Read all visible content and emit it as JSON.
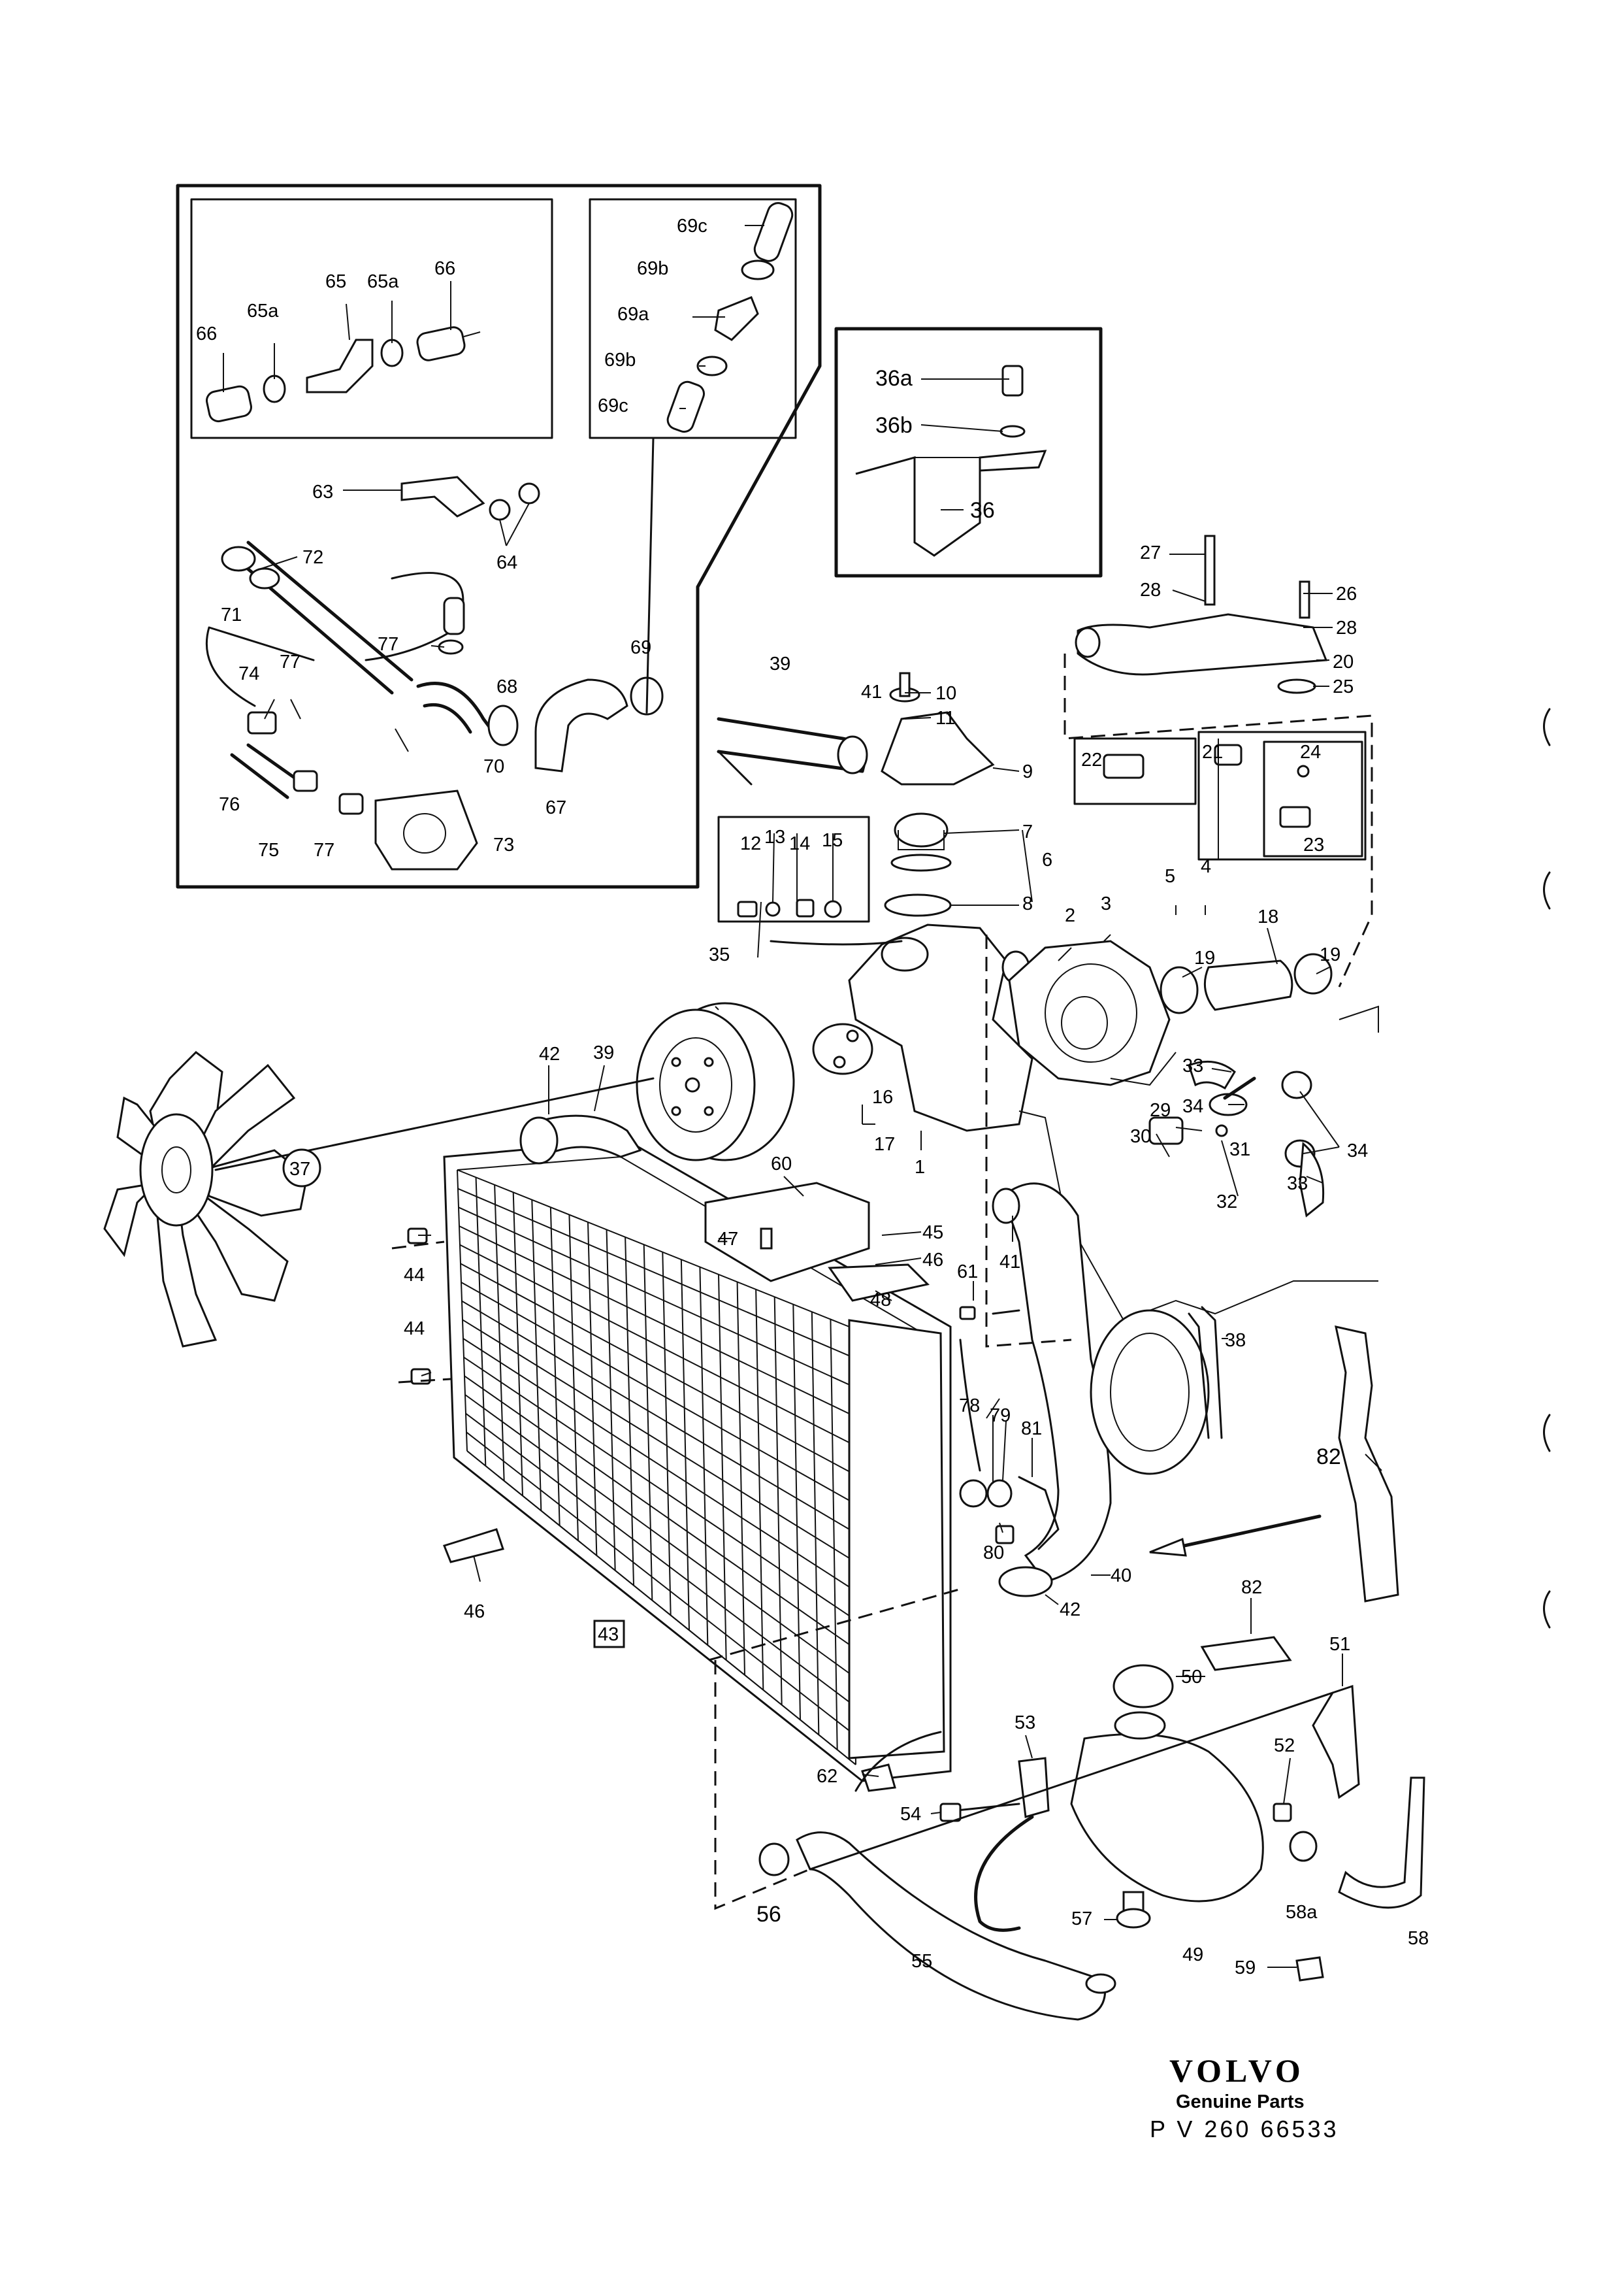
{
  "labels": {
    "p1": "1",
    "p2": "2",
    "p3": "3",
    "p4": "4",
    "p5": "5",
    "p6": "6",
    "p7": "7",
    "p8": "8",
    "p9": "9",
    "p10": "10",
    "p11": "11",
    "p12": "12",
    "p13": "13",
    "p14": "14",
    "p15": "15",
    "p16": "16",
    "p17": "17",
    "p18": "18",
    "p19a": "19",
    "p19b": "19",
    "p20": "20",
    "p21": "21",
    "p22": "22",
    "p23": "23",
    "p24": "24",
    "p25": "25",
    "p26": "26",
    "p27": "27",
    "p28a": "28",
    "p28b": "28",
    "p29": "29",
    "p30": "30",
    "p31": "31",
    "p32": "32",
    "p33a": "33",
    "p33b": "33",
    "p34a": "34",
    "p34b": "34",
    "p35": "35",
    "p36": "36",
    "p36a": "36a",
    "p36b": "36b",
    "p37": "37",
    "p38": "38",
    "p39a": "39",
    "p39b": "39",
    "p40": "40",
    "p41a": "41",
    "p41b": "41",
    "p42a": "42",
    "p42b": "42",
    "p43": "43",
    "p44a": "44",
    "p44b": "44",
    "p45": "45",
    "p46a": "46",
    "p46b": "46",
    "p47": "47",
    "p48": "48",
    "p49": "49",
    "p50": "50",
    "p51": "51",
    "p52": "52",
    "p53": "53",
    "p54": "54",
    "p55": "55",
    "p56": "56",
    "p57": "57",
    "p58": "58",
    "p58a": "58a",
    "p59": "59",
    "p60": "60",
    "p61": "61",
    "p62": "62",
    "p63": "63",
    "p64": "64",
    "p65": "65",
    "p65a1": "65a",
    "p65a2": "65a",
    "p66a": "66",
    "p66b": "66",
    "p67": "67",
    "p68": "68",
    "p69": "69",
    "p69a": "69a",
    "p69b1": "69b",
    "p69b2": "69b",
    "p69c1": "69c",
    "p69c2": "69c",
    "p70": "70",
    "p71": "71",
    "p72": "72",
    "p73": "73",
    "p74": "74",
    "p75": "75",
    "p76": "76",
    "p77a": "77",
    "p77b": "77",
    "p77c": "77",
    "p78": "78",
    "p79": "79",
    "p80": "80",
    "p81": "81",
    "p82a": "82",
    "p82b": "82"
  },
  "brand": {
    "name": "VOLVO",
    "subtitle": "Genuine Parts",
    "part_number": "P V  260 66533"
  }
}
